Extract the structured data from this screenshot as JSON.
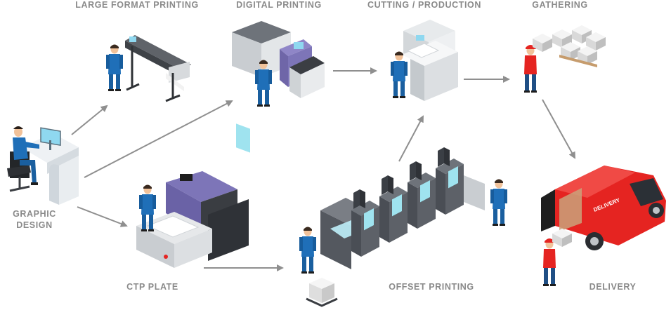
{
  "stages": {
    "large_format": "LARGE FORMAT PRINTING",
    "digital": "DIGITAL PRINTING",
    "cutting": "CUTTING / PRODUCTION",
    "gathering": "GATHERING",
    "graphic_design_line1": "GRAPHIC",
    "graphic_design_line2": "DESIGN",
    "ctp": "CTP PLATE",
    "offset": "OFFSET PRINTING",
    "delivery": "DELIVERY"
  },
  "van_text": "DELIVERY",
  "colors": {
    "worker_blue": "#1f6fb8",
    "van_red": "#e52421",
    "arrow_gray": "#8f8f8f",
    "machine_gray": "#5b5f66",
    "label_gray": "#8a8a8a"
  }
}
